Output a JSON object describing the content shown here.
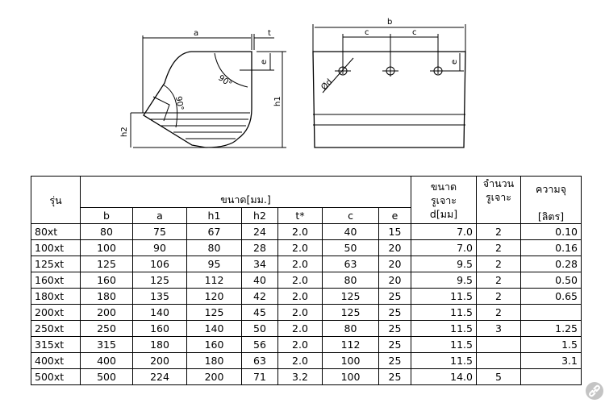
{
  "drawing_labels": {
    "a": "a",
    "t": "t",
    "e": "e",
    "h1": "h1",
    "h2": "h2",
    "angle1": "90°",
    "angle2": "90°",
    "b": "b",
    "c1": "c",
    "c2": "c",
    "e2": "e",
    "d": "Ød"
  },
  "table": {
    "header": {
      "model": "รุ่น",
      "dimensions": "ขนาด[มม.]",
      "hole_size_l1": "ขนาด",
      "hole_size_l2": "รูเจาะ",
      "hole_size_l3": "d[มม]",
      "hole_count_l1": "จำนวน",
      "hole_count_l2": "รูเจาะ",
      "capacity_l1": "ความจุ",
      "capacity_l2": "[ลิตร]",
      "cols": [
        "b",
        "a",
        "h1",
        "h2",
        "t*",
        "c",
        "e"
      ]
    },
    "rows": [
      {
        "model": "80xt",
        "b": "80",
        "a": "75",
        "h1": "67",
        "h2": "24",
        "t": "2.0",
        "c": "40",
        "e": "15",
        "d": "7.0",
        "n": "2",
        "cap": "0.10"
      },
      {
        "model": "100xt",
        "b": "100",
        "a": "90",
        "h1": "80",
        "h2": "28",
        "t": "2.0",
        "c": "50",
        "e": "20",
        "d": "7.0",
        "n": "2",
        "cap": "0.16"
      },
      {
        "model": "125xt",
        "b": "125",
        "a": "106",
        "h1": "95",
        "h2": "34",
        "t": "2.0",
        "c": "63",
        "e": "20",
        "d": "9.5",
        "n": "2",
        "cap": "0.28"
      },
      {
        "model": "160xt",
        "b": "160",
        "a": "125",
        "h1": "112",
        "h2": "40",
        "t": "2.0",
        "c": "80",
        "e": "20",
        "d": "9.5",
        "n": "2",
        "cap": "0.50"
      },
      {
        "model": "180xt",
        "b": "180",
        "a": "135",
        "h1": "120",
        "h2": "42",
        "t": "2.0",
        "c": "125",
        "e": "25",
        "d": "11.5",
        "n": "2",
        "cap": "0.65"
      },
      {
        "model": "200xt",
        "b": "200",
        "a": "140",
        "h1": "125",
        "h2": "45",
        "t": "2.0",
        "c": "125",
        "e": "25",
        "d": "11.5",
        "n": "2",
        "cap": ""
      },
      {
        "model": "250xt",
        "b": "250",
        "a": "160",
        "h1": "140",
        "h2": "50",
        "t": "2.0",
        "c": "80",
        "e": "25",
        "d": "11.5",
        "n": "3",
        "cap": "1.25"
      },
      {
        "model": "315xt",
        "b": "315",
        "a": "180",
        "h1": "160",
        "h2": "56",
        "t": "2.0",
        "c": "112",
        "e": "25",
        "d": "11.5",
        "n": "",
        "cap": "1.5"
      },
      {
        "model": "400xt",
        "b": "400",
        "a": "200",
        "h1": "180",
        "h2": "63",
        "t": "2.0",
        "c": "100",
        "e": "25",
        "d": "11.5",
        "n": "",
        "cap": "3.1"
      },
      {
        "model": "500xt",
        "b": "500",
        "a": "224",
        "h1": "200",
        "h2": "71",
        "t": "3.2",
        "c": "100",
        "e": "25",
        "d": "14.0",
        "n": "5",
        "cap": ""
      }
    ]
  }
}
